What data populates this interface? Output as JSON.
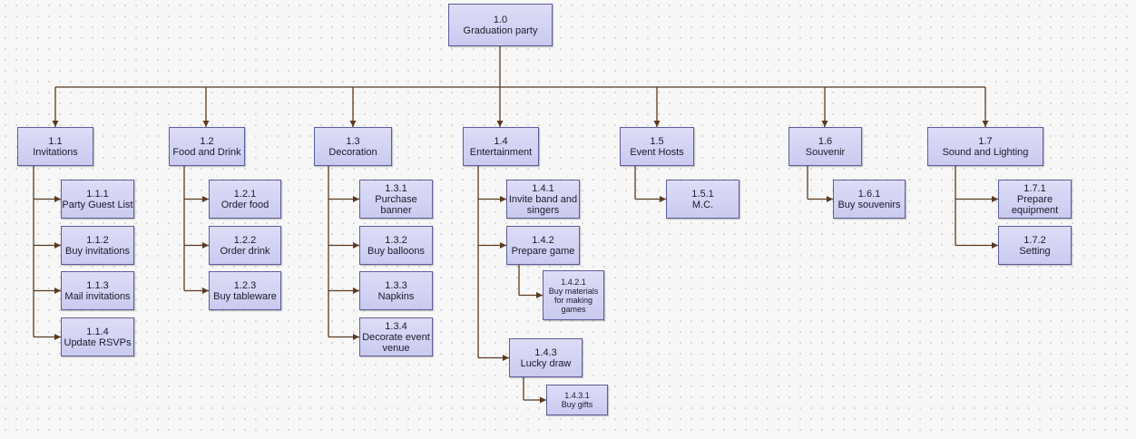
{
  "colors": {
    "connector": "#5a3a22",
    "node_border": "#5d5d9a",
    "node_fill": "#d2d2f3"
  },
  "nodes": {
    "n1_0": {
      "id": "1.0",
      "label": "Graduation party"
    },
    "n1_1": {
      "id": "1.1",
      "label": "Invitations"
    },
    "n1_1_1": {
      "id": "1.1.1",
      "label": "Party Guest List"
    },
    "n1_1_2": {
      "id": "1.1.2",
      "label": "Buy invitations"
    },
    "n1_1_3": {
      "id": "1.1.3",
      "label": "Mail invitations"
    },
    "n1_1_4": {
      "id": "1.1.4",
      "label": "Update RSVPs"
    },
    "n1_2": {
      "id": "1.2",
      "label": "Food and Drink"
    },
    "n1_2_1": {
      "id": "1.2.1",
      "label": "Order food"
    },
    "n1_2_2": {
      "id": "1.2.2",
      "label": "Order drink"
    },
    "n1_2_3": {
      "id": "1.2.3",
      "label": "Buy tableware"
    },
    "n1_3": {
      "id": "1.3",
      "label": "Decoration"
    },
    "n1_3_1": {
      "id": "1.3.1",
      "label": "Purchase banner"
    },
    "n1_3_2": {
      "id": "1.3.2",
      "label": "Buy balloons"
    },
    "n1_3_3": {
      "id": "1.3.3",
      "label": "Napkins"
    },
    "n1_3_4": {
      "id": "1.3.4",
      "label": "Decorate event venue"
    },
    "n1_4": {
      "id": "1.4",
      "label": "Entertainment"
    },
    "n1_4_1": {
      "id": "1.4.1",
      "label": "Invite band and singers"
    },
    "n1_4_2": {
      "id": "1.4.2",
      "label": "Prepare game"
    },
    "n1_4_2_1": {
      "id": "1.4.2.1",
      "label": "Buy materials for making games"
    },
    "n1_4_3": {
      "id": "1.4.3",
      "label": "Lucky draw"
    },
    "n1_4_3_1": {
      "id": "1.4.3.1",
      "label": "Buy gifts"
    },
    "n1_5": {
      "id": "1.5",
      "label": "Event Hosts"
    },
    "n1_5_1": {
      "id": "1.5.1",
      "label": "M.C."
    },
    "n1_6": {
      "id": "1.6",
      "label": "Souvenir"
    },
    "n1_6_1": {
      "id": "1.6.1",
      "label": "Buy souvenirs"
    },
    "n1_7": {
      "id": "1.7",
      "label": "Sound and Lighting"
    },
    "n1_7_1": {
      "id": "1.7.1",
      "label": "Prepare equipment"
    },
    "n1_7_2": {
      "id": "1.7.2",
      "label": "Setting"
    }
  }
}
